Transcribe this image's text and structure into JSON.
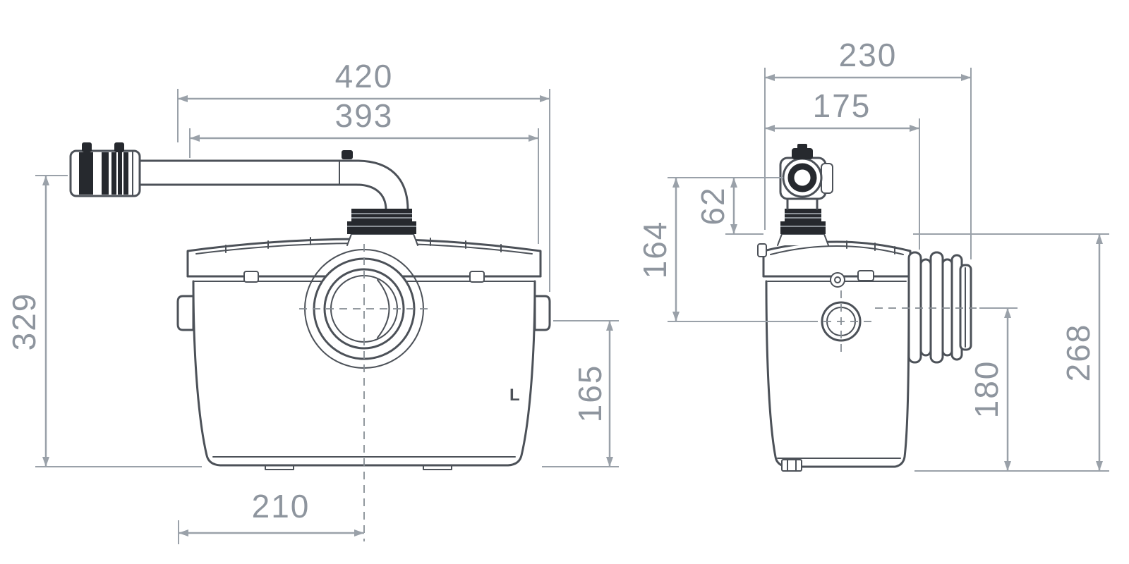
{
  "drawing": {
    "title_hint": "macerator-pump-dimension-drawing",
    "colors": {
      "outline": "#4c5158",
      "dimension_lines": "#9aa1a9",
      "dimension_text": "#8e959e",
      "dark_fittings": "#26292e"
    },
    "front_view": {
      "overall_width": "420",
      "lid_width": "393",
      "pipe_height": "329",
      "inlet_height": "165",
      "inlet_offset": "210",
      "corner_mark": "L"
    },
    "side_view": {
      "overall_depth": "230",
      "upper_depth": "175",
      "vent_above_lid": "62",
      "vent_to_inlet": "164",
      "overall_height": "268",
      "outlet_height": "180"
    }
  }
}
